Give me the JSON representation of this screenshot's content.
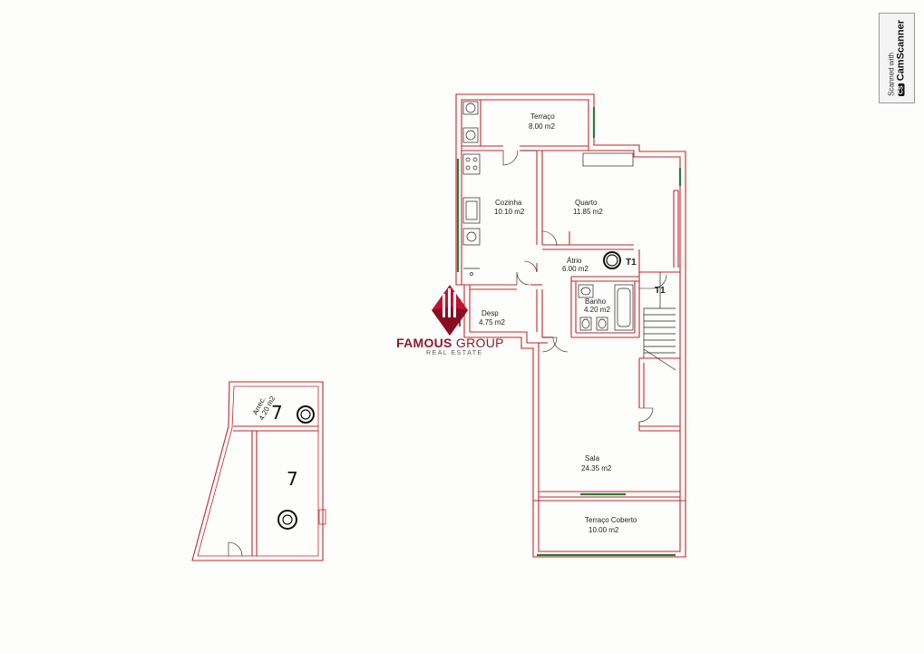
{
  "rooms": {
    "terraco": {
      "name": "Terraço",
      "area": "8.00 m2"
    },
    "cozinha": {
      "name": "Cozinha",
      "area": "10.10 m2"
    },
    "quarto": {
      "name": "Quarto",
      "area": "11.85 m2"
    },
    "atrio": {
      "name": "Átrio",
      "area": "6.00 m2"
    },
    "banho": {
      "name": "Banho",
      "area": "4.20 m2"
    },
    "desp": {
      "name": "Desp",
      "area": "4.75 m2"
    },
    "sala": {
      "name": "Sala",
      "area": "24.35 m2"
    },
    "terraco_coberto": {
      "name": "Terraço Coberto",
      "area": "10.00 m2"
    },
    "arrec": {
      "name": "Arrec.",
      "area": "4.20 m2"
    }
  },
  "markers": {
    "t1_a": "T1",
    "t1_b": "T1",
    "seven_a": "7",
    "seven_b": "7"
  },
  "logo": {
    "word1": "FAMOUS",
    "word2": "GROUP",
    "subtitle": "REAL ESTATE"
  },
  "stamp": {
    "line1": "Scanned with",
    "brand_badge": "CS",
    "brand": "CamScanner"
  },
  "colors": {
    "walls": "#c0282d",
    "windows": "#2a7a3a",
    "logo": "#c8102e"
  }
}
